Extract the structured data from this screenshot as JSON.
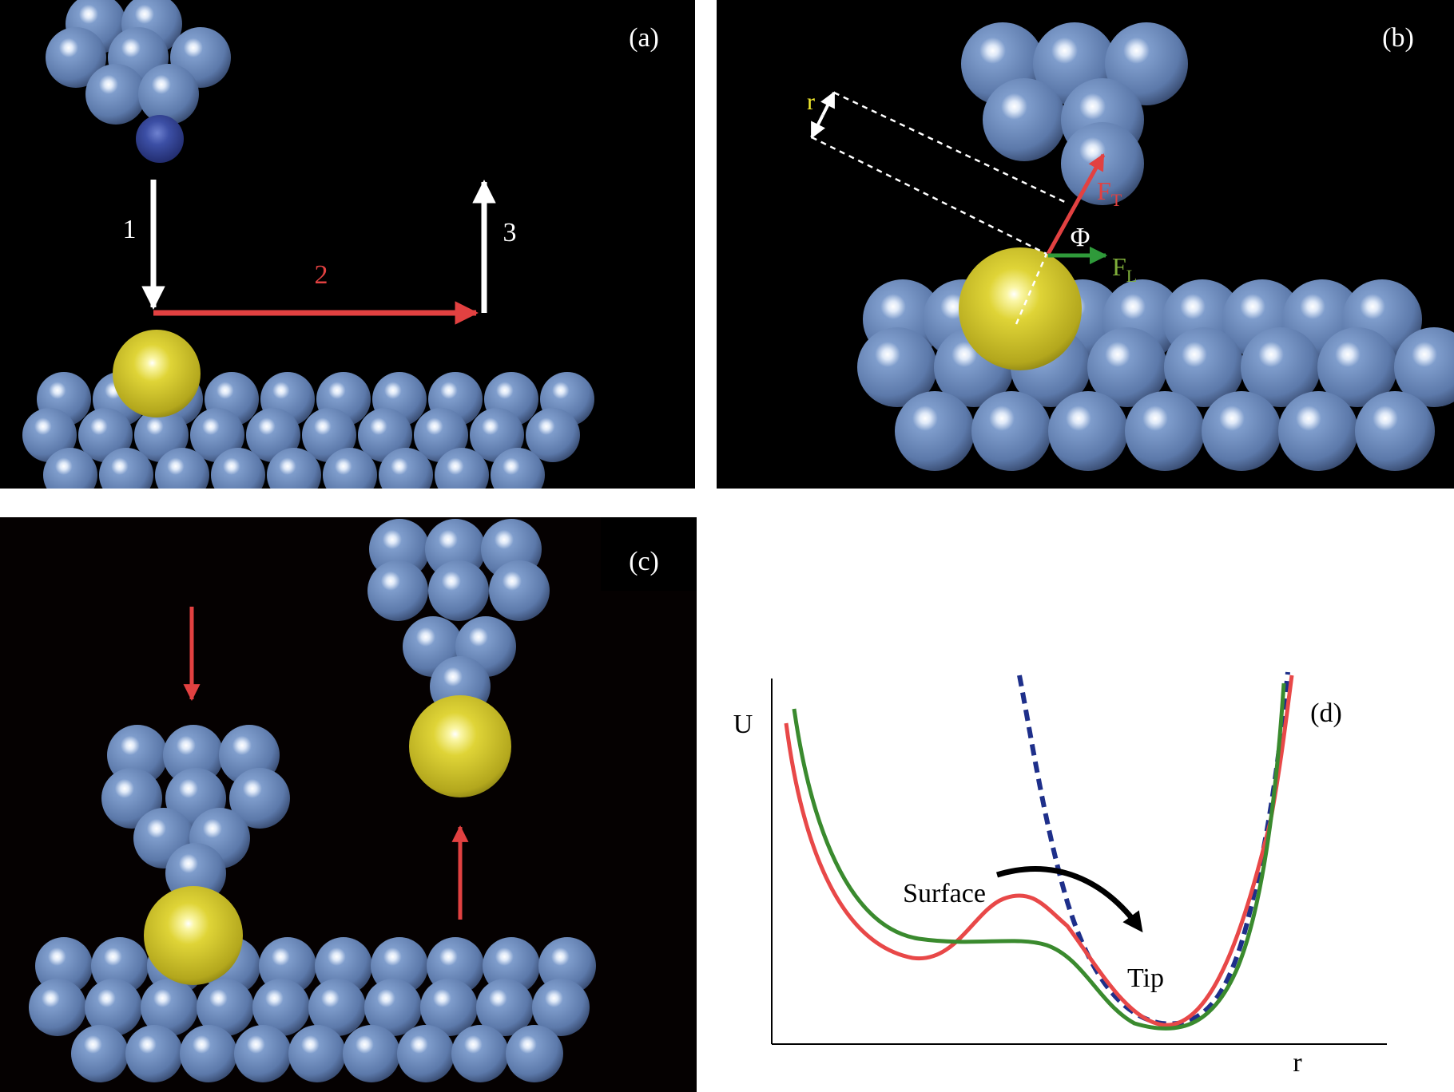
{
  "panels": {
    "a": {
      "label": "(a)",
      "steps": {
        "down": "1",
        "lateral": "2",
        "up": "3"
      }
    },
    "b": {
      "label": "(b)",
      "distance_label": "r",
      "angle_label": "Φ",
      "tip_force": {
        "symbol": "F",
        "subscript": "T"
      },
      "lateral_force": {
        "symbol": "F",
        "subscript": "L"
      }
    },
    "c": {
      "label": "(c)"
    },
    "d": {
      "label": "(d)",
      "y_axis_label": "U",
      "x_axis_label": "r",
      "surface_label": "Surface",
      "tip_label": "Tip"
    }
  },
  "colors": {
    "background": "#000000",
    "tip_atom": "#6f8fbd",
    "adatom": "#e3d636",
    "apex_atom_a": "#3c4fa5",
    "arrow_white": "#ffffff",
    "arrow_red": "#e24141",
    "arrow_green": "#2f9a3a",
    "label_yellow": "#f2ea2e",
    "curve_red": "#e84848",
    "curve_green": "#3a8a2e",
    "curve_dashed": "#1e2f8a"
  }
}
